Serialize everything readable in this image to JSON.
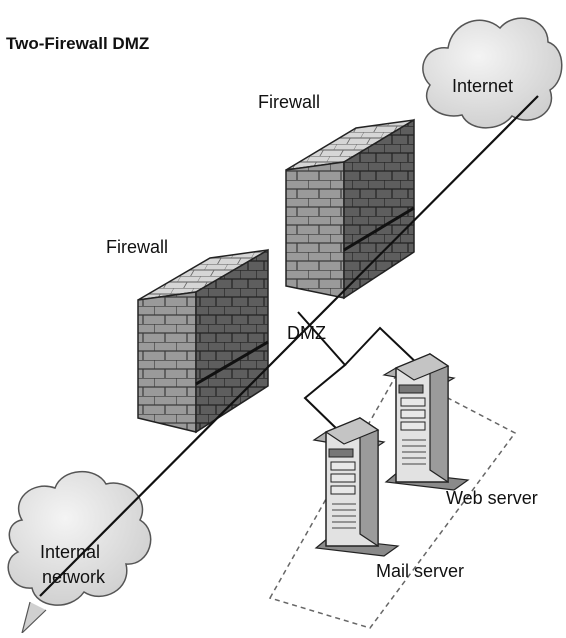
{
  "diagram": {
    "title": "Two-Firewall DMZ",
    "labels": {
      "internet": "Internet",
      "firewall_outer": "Firewall",
      "firewall_inner": "Firewall",
      "dmz": "DMZ",
      "web_server": "Web server",
      "mail_server": "Mail server",
      "internal_line1": "Internal",
      "internal_line2": "network"
    }
  }
}
